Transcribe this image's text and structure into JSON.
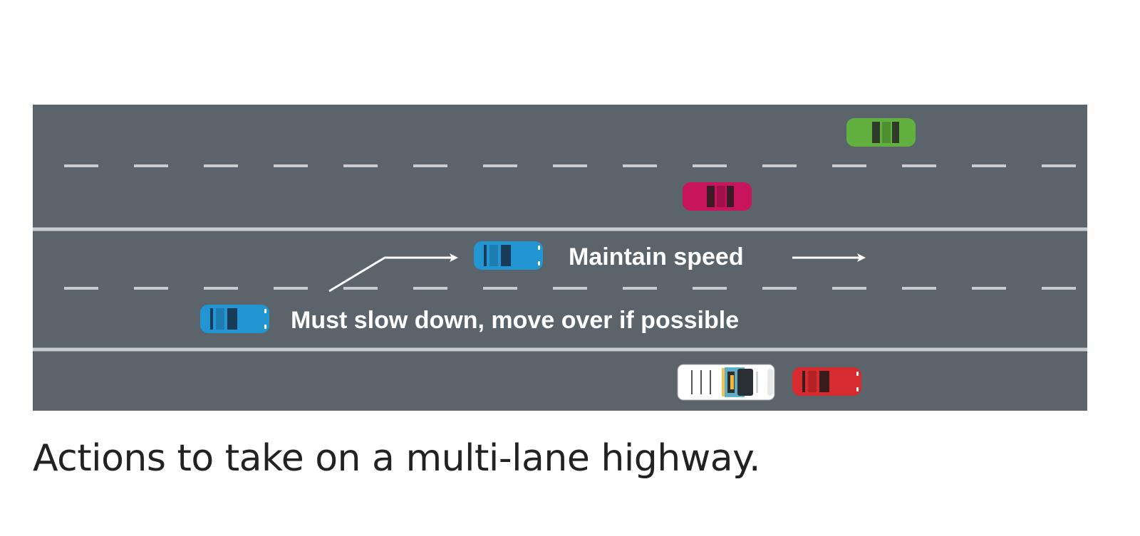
{
  "diagram": {
    "labels": {
      "maintain_speed": "Maintain speed",
      "slow_down": "Must slow down, move over if possible"
    },
    "vehicles": [
      {
        "name": "green-car",
        "color": "#62b03f",
        "lane": "top lane"
      },
      {
        "name": "magenta-car",
        "color": "#c8145c",
        "lane": "second lane"
      },
      {
        "name": "blue-car-ahead",
        "color": "#2196d3",
        "lane": "third lane"
      },
      {
        "name": "blue-car-behind",
        "color": "#2196d3",
        "lane": "fourth lane"
      },
      {
        "name": "stopped-emergency-vehicle",
        "color": "#ffffff",
        "lane": "shoulder"
      },
      {
        "name": "red-car",
        "color": "#d62b2f",
        "lane": "shoulder"
      }
    ],
    "colors": {
      "road": "#5b636b",
      "lane_marking": "#c9ccce",
      "arrow": "#ffffff"
    }
  },
  "caption": "Actions to take on a multi-lane highway."
}
